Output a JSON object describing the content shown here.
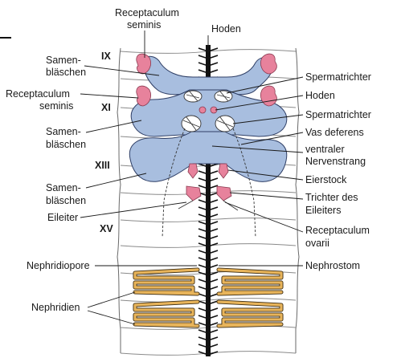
{
  "labels": {
    "receptaculum_seminis_top": [
      "Receptaculum",
      "seminis"
    ],
    "hoden_top": "Hoden",
    "samenblaeschen_1": [
      "Samen-",
      "bläschen"
    ],
    "receptaculum_seminis_left": [
      "Receptaculum",
      "seminis"
    ],
    "samenblaeschen_2": [
      "Samen-",
      "bläschen"
    ],
    "samenblaeschen_3": [
      "Samen-",
      "bläschen"
    ],
    "eileiter": "Eileiter",
    "nephridiopore": "Nephridiopore",
    "nephridien": "Nephridien",
    "spermatrichter_1": "Spermatrichter",
    "hoden_right": "Hoden",
    "spermatrichter_2": "Spermatrichter",
    "vas_deferens": "Vas deferens",
    "ventraler_nervenstrang": [
      "ventraler",
      "Nervenstrang"
    ],
    "eierstock": "Eierstock",
    "trichter_des_eileiters": [
      "Trichter des",
      "Eileiters"
    ],
    "receptaculum_ovarii": [
      "Receptaculum",
      "ovarii"
    ],
    "nephrostom": "Nephrostom"
  },
  "segments": {
    "ix": "IX",
    "xi": "XI",
    "xiii": "XIII",
    "xv": "XV"
  },
  "colors": {
    "seminal_vesicle": "#a8bedf",
    "receptacle": "#e7829c",
    "nephridium": "#e8b45a",
    "nerve_cord": "#111111"
  }
}
